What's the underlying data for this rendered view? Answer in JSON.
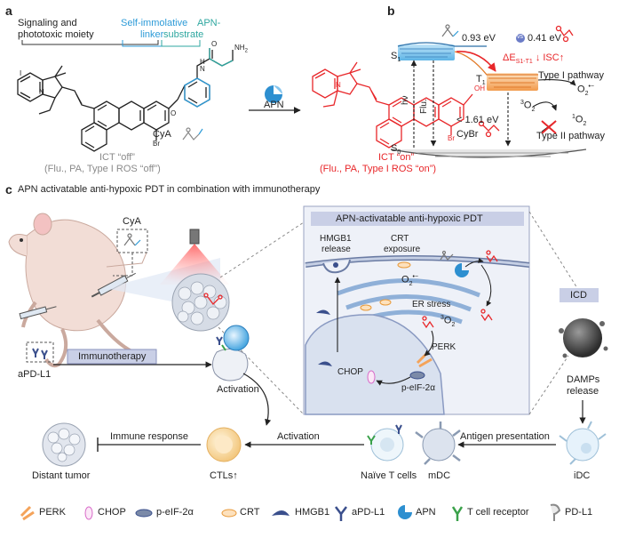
{
  "panel_a": {
    "label": "a",
    "moiety_signal_1": "Signaling and",
    "moiety_signal_2": "phototoxic moiety",
    "moiety_linker_1": "Self-immolative",
    "moiety_linker_2": "linker",
    "moiety_substrate_1": "APN-",
    "moiety_substrate_2": "substrate",
    "atom_o": "O",
    "atom_h": "H",
    "atom_n": "N",
    "atom_nh2": "NH",
    "atom_nh2_sub": "2",
    "atom_n_plus": "N",
    "atom_i": "I",
    "atom_br": "Br",
    "atom_oh": "OH",
    "cya_label": "CyA",
    "cybr_label": "CyBr",
    "apn_label": "APN",
    "off_1": "ICT “off”",
    "off_2": "(Flu., PA, Type I ROS “off”)",
    "on_1": "ICT “on”",
    "on_2": "(Flu., PA, Type I ROS “on”)"
  },
  "panel_b": {
    "label": "b",
    "energy_cya": "0.93 eV",
    "vs": "vs",
    "energy_cybr": "0.41 eV",
    "s1": "S",
    "s1_sub": "1",
    "t1": "T",
    "t1_sub": "1",
    "s0": "S",
    "s0_sub": "0",
    "delta": "ΔE",
    "delta_sub": "S1-T1",
    "delta_arrow": "↓",
    "isc": "ISC",
    "isc_arrow": "↑",
    "hv": "hν",
    "flu": "Flu.",
    "gap": "< 1.61 eV",
    "type1": "Type I pathway",
    "type2": "Type II pathway",
    "o2_radical": "O",
    "o2_radical_sub": "2",
    "o2_radical_sup": "•−",
    "triplet_o2_pre": "3",
    "triplet_o2": "O",
    "triplet_o2_sub": "2",
    "singlet_o2_pre": "1",
    "singlet_o2": "O",
    "singlet_o2_sub": "2"
  },
  "panel_c": {
    "label": "c",
    "title": "APN activatable anti-hypoxic PDT in combination with immunotherapy",
    "cya": "CyA",
    "apd_l1": "aPD-L1",
    "immunotherapy": "Immunotherapy",
    "activation_1": "Activation",
    "inset_title": "APN-activatable anti-hypoxic PDT",
    "hmgb1_1": "HMGB1",
    "hmgb1_2": "release",
    "crt_1": "CRT",
    "crt_2": "exposure",
    "o2_rad": "O",
    "o2_rad_sub": "2",
    "o2_rad_sup": "•−",
    "er_stress": "ER stress",
    "o2_trip_pre": "3",
    "o2_trip": "O",
    "o2_trip_sub": "2",
    "perk": "PERK",
    "chop": "CHOP",
    "peif": "p-eIF-2α",
    "icd": "ICD",
    "damps_1": "DAMPs",
    "damps_2": "release",
    "antigen": "Antigen presentation",
    "activation_2": "Activation",
    "immune_response": "Immune response",
    "distant": "Distant tumor",
    "ctls": "CTLs",
    "ctls_arrow": "↑",
    "naive": "Naïve T cells",
    "mdc": "mDC",
    "idc": "iDC"
  },
  "legend": {
    "perk": "PERK",
    "chop": "CHOP",
    "peif": "p-eIF-2α",
    "crt": "CRT",
    "hmgb1": "HMGB1",
    "apd_l1": "aPD-L1",
    "apn": "APN",
    "tcr": "T cell receptor",
    "pd_l1": "PD-L1"
  },
  "colors": {
    "red": "#e8272a",
    "blue": "#2d9bd8",
    "teal": "#2fa7a0",
    "navy": "#3a4f8c",
    "box": "#c9cfe6",
    "orange": "#f4a35a",
    "pink": "#d86ac8",
    "green": "#3aa14a",
    "grey": "#8a8a8a"
  },
  "icons": [
    "aminopeptidase-enzyme-icon",
    "mouse-icon",
    "syringe-icon",
    "laser-icon",
    "tumor-icon",
    "t-cell-icon",
    "dendritic-cell-icon"
  ]
}
